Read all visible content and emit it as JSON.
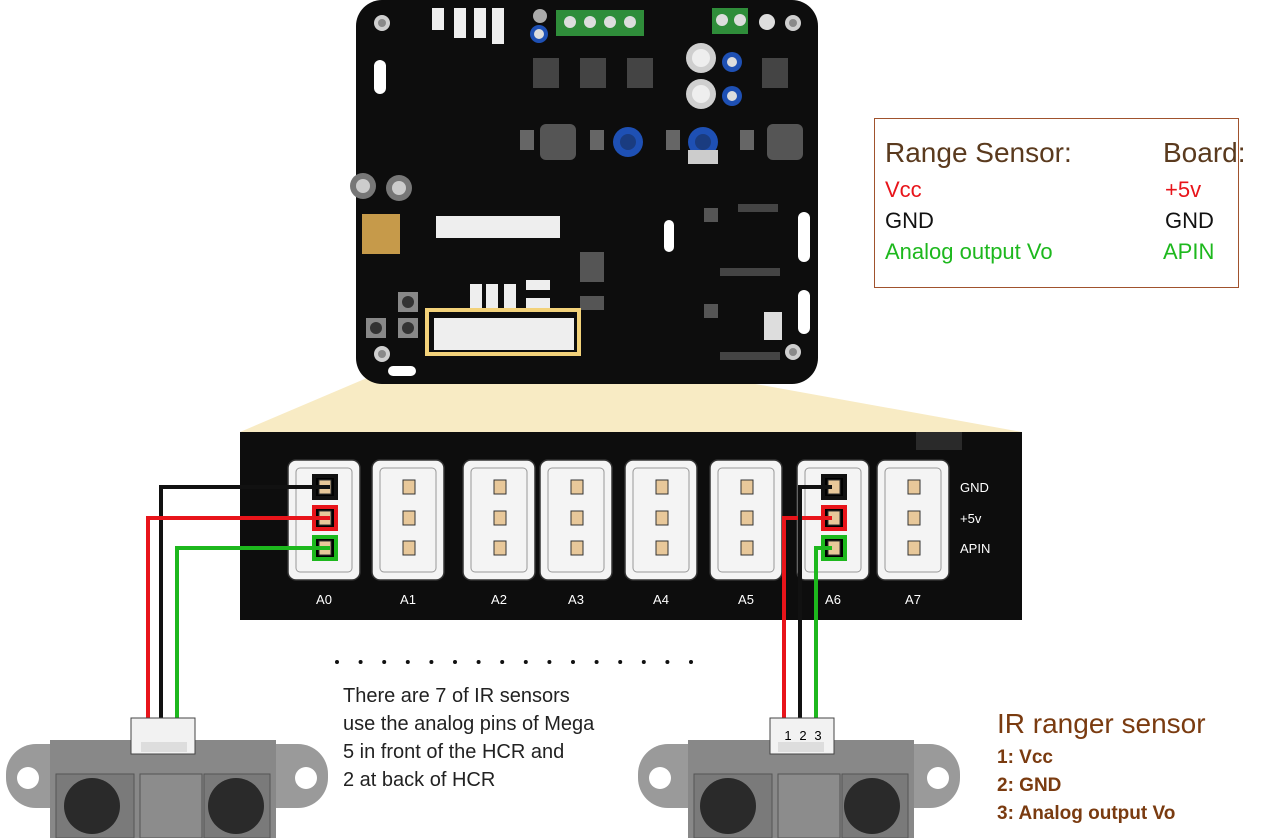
{
  "legend": {
    "sensor_heading": "Range Sensor:",
    "board_heading": "Board:",
    "rows": [
      {
        "sensor": "Vcc",
        "board": "+5v",
        "color": "#e8141a"
      },
      {
        "sensor": "GND",
        "board": "GND",
        "color": "#111111"
      },
      {
        "sensor": "Analog output Vo",
        "board": "APIN",
        "color": "#1db81d"
      }
    ]
  },
  "header": {
    "pins": [
      "A0",
      "A1",
      "A2",
      "A3",
      "A4",
      "A5",
      "A6",
      "A7"
    ],
    "side_labels": [
      "GND",
      "+5v",
      "APIN"
    ]
  },
  "note": {
    "lines": [
      "There are 7 of IR sensors",
      "use the analog pins of Mega",
      "5 in front of the HCR and",
      "2 at back of HCR"
    ]
  },
  "ir_sensor": {
    "title": "IR ranger sensor",
    "pins": [
      "1: Vcc",
      "2: GND",
      "3: Analog output Vo"
    ],
    "connector_numbers": [
      "1",
      "2",
      "3"
    ]
  },
  "colors": {
    "vcc": "#e8141a",
    "gnd": "#111111",
    "signal": "#1db81d",
    "board": "#0d0d0d",
    "highlight": "#f3d27a",
    "text_brown": "#7a3b10"
  }
}
